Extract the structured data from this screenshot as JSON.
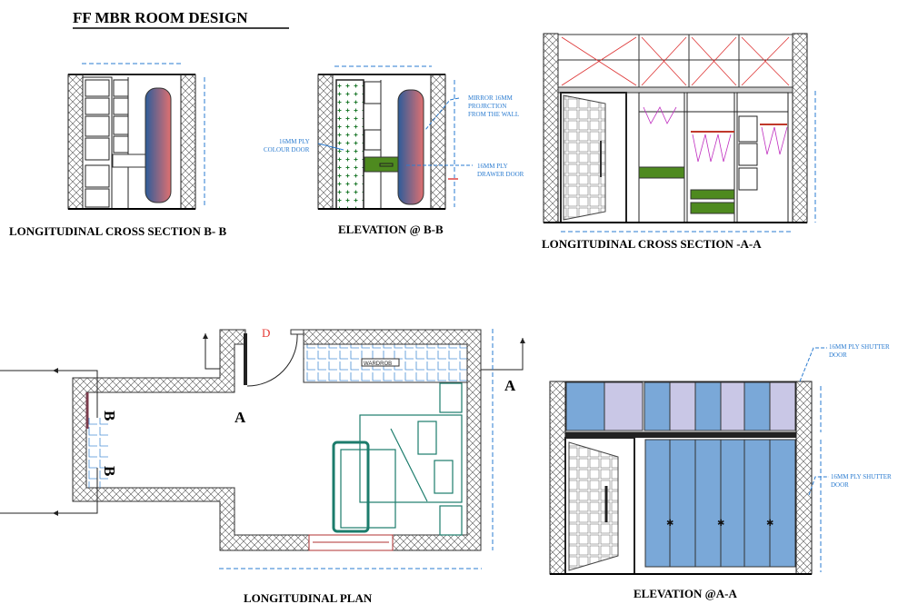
{
  "title": "FF MBR ROOM DESIGN",
  "drawings": {
    "section_bb": {
      "label": "LONGITUDINAL CROSS SECTION B- B"
    },
    "elevation_bb": {
      "label": "ELEVATION @ B-B",
      "notes": {
        "mirror": [
          "MIRROR 16MM",
          "PROJRCTION",
          "FROM THE WALL"
        ],
        "colour_door": [
          "16MM PLY",
          "COLOUR DOOR"
        ],
        "drawer_door": [
          "16MM PLY",
          "DRAWER DOOR"
        ]
      }
    },
    "section_aa": {
      "label": "LONGITUDINAL CROSS SECTION -A-A"
    },
    "plan": {
      "label": "LONGITUDINAL PLAN",
      "door_tag": "D",
      "wardrobe_tag": "WARDROB",
      "section_marks": {
        "a": "A",
        "b": "B"
      }
    },
    "elevation_aa": {
      "label": "ELEVATION @A-A",
      "notes": {
        "top_shutter": [
          "16MM PLY SHUTTER",
          "DOOR"
        ],
        "bottom_shutter": [
          "16MM PLY SHUTTER",
          "DOOR"
        ]
      }
    }
  },
  "colors": {
    "dimension": "#2a7bd0",
    "drawer": "#4e8a1f",
    "shutter": "#7aa8d8",
    "shutter_light": "#c9c7e6",
    "furniture": "#1c7c6c",
    "door_tag": "#e53935"
  }
}
